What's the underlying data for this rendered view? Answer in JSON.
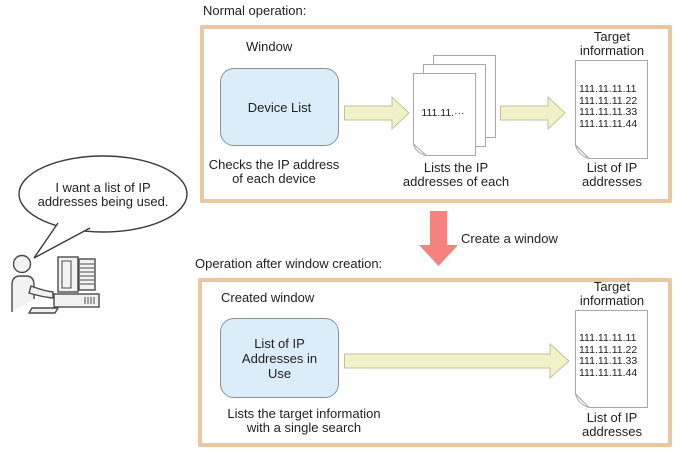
{
  "colors": {
    "box-border": "#e9c7a0",
    "panel-fill": "#daedf9",
    "panel-border": "#8a9096",
    "arrow-fill": "#f1f1ca",
    "arrow-stroke": "#c2c29a",
    "down-arrow": "#f5827f",
    "doc-border": "#a8a8a8",
    "text": "#1f1f1f"
  },
  "speech_bubble": {
    "text": "I want a list of IP\naddresses being used."
  },
  "normal_section": {
    "heading": "Normal operation:",
    "window_title": "Window",
    "window_button": "Device List",
    "window_caption": "Checks the IP address\nof each device",
    "documents_text": "111.11.···",
    "documents_caption": "Lists the IP\naddresses of each",
    "target_heading": "Target\ninformation",
    "target_ips": [
      "111.11.11.11",
      "111.11.11.22",
      "111.11.11.33",
      "111.11.11.44"
    ],
    "target_caption": "List of IP\naddresses"
  },
  "transition": {
    "label": "Create a window"
  },
  "after_section": {
    "heading": "Operation after window creation:",
    "window_title": "Created window",
    "window_button": "List of IP\nAddresses in\nUse",
    "window_caption": "Lists the target information\nwith a single search",
    "target_heading": "Target\ninformation",
    "target_ips": [
      "111.11.11.11",
      "111.11.11.22",
      "111.11.11.33",
      "111.11.11.44"
    ],
    "target_caption": "List of IP\naddresses"
  }
}
